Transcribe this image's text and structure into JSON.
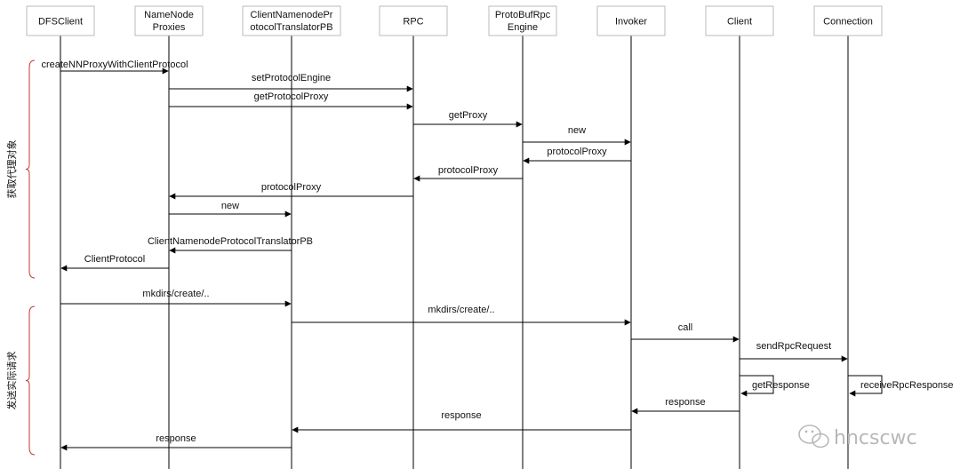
{
  "participants": [
    {
      "id": "dfs",
      "lines": [
        "DFSClient"
      ]
    },
    {
      "id": "nnp",
      "lines": [
        "NameNode",
        "Proxies"
      ]
    },
    {
      "id": "cnpt",
      "lines": [
        "ClientNamenodePr",
        "otocolTranslatorPB"
      ]
    },
    {
      "id": "rpc",
      "lines": [
        "RPC"
      ]
    },
    {
      "id": "pbe",
      "lines": [
        "ProtoBufRpc",
        "Engine"
      ]
    },
    {
      "id": "inv",
      "lines": [
        "Invoker"
      ]
    },
    {
      "id": "cli",
      "lines": [
        "Client"
      ]
    },
    {
      "id": "con",
      "lines": [
        "Connection"
      ]
    }
  ],
  "messages": [
    {
      "from": "dfs",
      "to": "nnp",
      "label": "createNNProxyWithClientProtocol"
    },
    {
      "from": "nnp",
      "to": "rpc",
      "label": "setProtocolEngine"
    },
    {
      "from": "nnp",
      "to": "rpc",
      "label": "getProtocolProxy"
    },
    {
      "from": "rpc",
      "to": "pbe",
      "label": "getProxy"
    },
    {
      "from": "pbe",
      "to": "inv",
      "label": "new"
    },
    {
      "from": "inv",
      "to": "pbe",
      "label": "protocolProxy"
    },
    {
      "from": "pbe",
      "to": "rpc",
      "label": "protocolProxy"
    },
    {
      "from": "rpc",
      "to": "nnp",
      "label": "protocolProxy"
    },
    {
      "from": "nnp",
      "to": "cnpt",
      "label": "new"
    },
    {
      "from": "cnpt",
      "to": "nnp",
      "label": "ClientNamenodeProtocolTranslatorPB"
    },
    {
      "from": "nnp",
      "to": "dfs",
      "label": "ClientProtocol"
    },
    {
      "from": "dfs",
      "to": "cnpt",
      "label": "mkdirs/create/.."
    },
    {
      "from": "cnpt",
      "to": "inv",
      "label": "mkdirs/create/.."
    },
    {
      "from": "inv",
      "to": "cli",
      "label": "call"
    },
    {
      "from": "cli",
      "to": "con",
      "label": "sendRpcRequest"
    },
    {
      "from": "cli",
      "to": "cli",
      "label": "getResponse"
    },
    {
      "from": "con",
      "to": "con",
      "label": "receiveRpcResponse"
    },
    {
      "from": "cli",
      "to": "inv",
      "label": "response"
    },
    {
      "from": "inv",
      "to": "cnpt",
      "label": "response"
    },
    {
      "from": "cnpt",
      "to": "dfs",
      "label": "response"
    }
  ],
  "groups": [
    {
      "label": "获取代理对象"
    },
    {
      "label": "发送实际请求"
    }
  ],
  "watermark": {
    "text": "hncscwc",
    "icon": "wechat-icon"
  },
  "colors": {
    "bracket": "#c0392b",
    "line": "#000000",
    "box_border": "#bbbbbb"
  }
}
